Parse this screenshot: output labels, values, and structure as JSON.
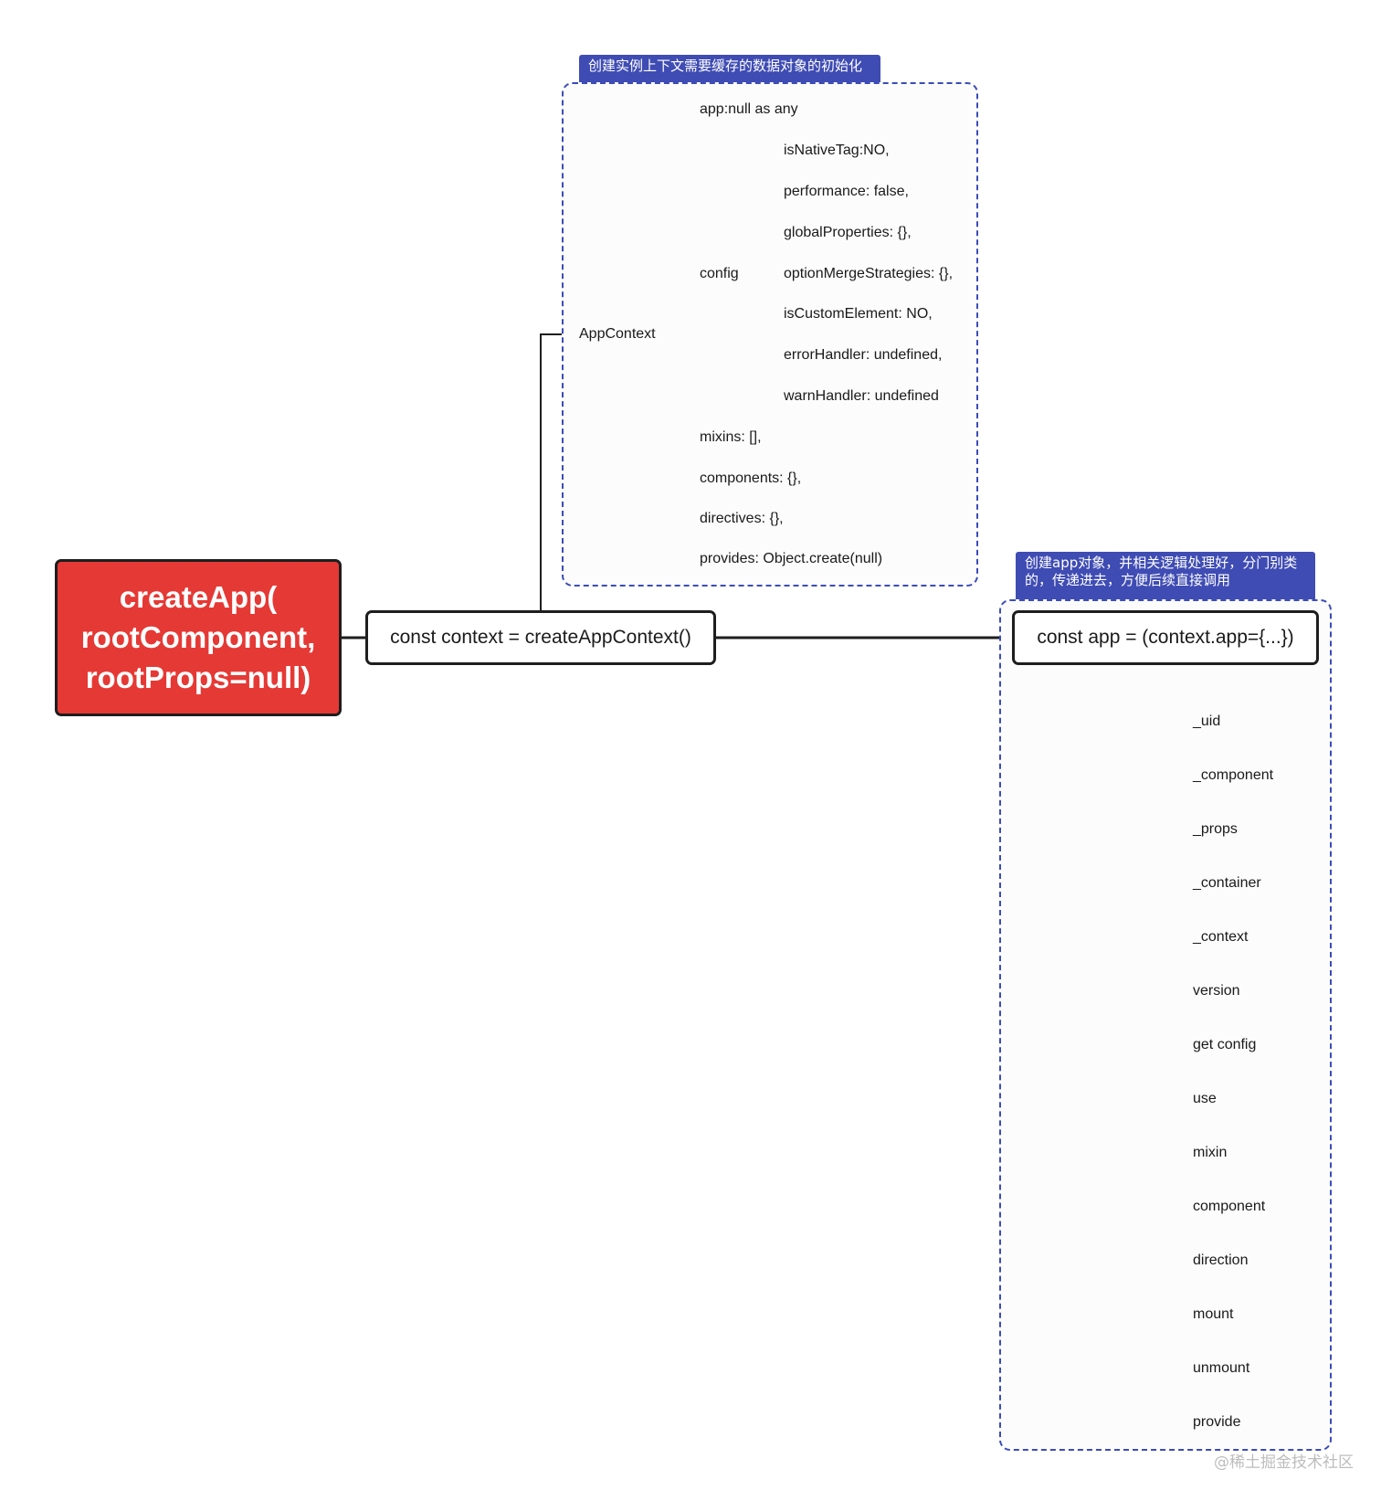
{
  "root": {
    "label": "createApp(\nrootComponent,\nrootProps=null)",
    "color": "#e53935"
  },
  "context_node": {
    "label": "const context = createAppContext()"
  },
  "app_node": {
    "label": "const app = (context.app={...})"
  },
  "context_group": {
    "banner": "创建实例上下文需要缓存的数据对象的初始化",
    "parent_label": "AppContext",
    "items": [
      "app:null as any",
      "config",
      "mixins: [],",
      "components: {},",
      "directives: {},",
      "provides: Object.create(null)"
    ],
    "config_items": [
      "isNativeTag:NO,",
      "performance: false,",
      "globalProperties: {},",
      "optionMergeStrategies: {},",
      "isCustomElement: NO,",
      "errorHandler: undefined,",
      "warnHandler: undefined"
    ]
  },
  "app_group": {
    "banner": "创建app对象，并相关逻辑处理好，分门别类\n的，传递进去，方便后续直接调用",
    "items": [
      "_uid",
      "_component",
      "_props",
      "_container",
      "_context",
      "version",
      "get config",
      "use",
      "mixin",
      "component",
      "direction",
      "mount",
      "unmount",
      "provide"
    ]
  },
  "accent_color": "#3b4cb8",
  "watermark": "@稀土掘金技术社区"
}
